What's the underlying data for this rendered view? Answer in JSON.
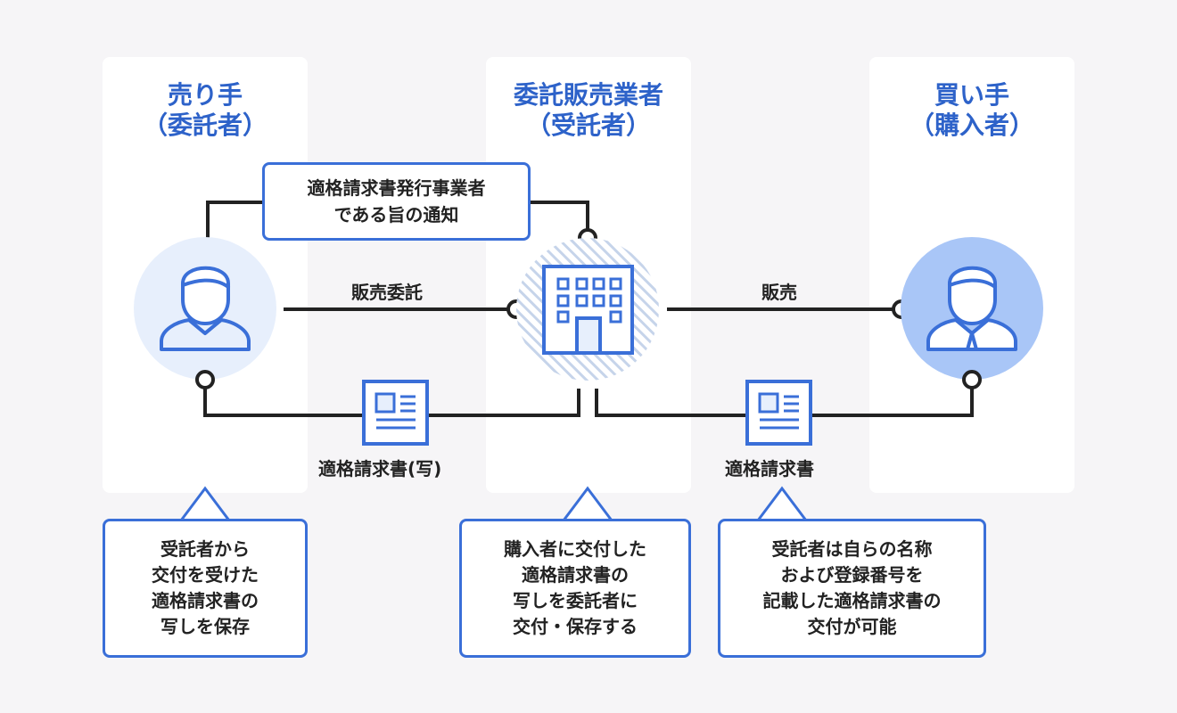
{
  "columns": {
    "seller": {
      "title": "売り手",
      "subtitle": "（委託者）"
    },
    "agent": {
      "title": "委託販売業者",
      "subtitle": "（受託者）"
    },
    "buyer": {
      "title": "買い手",
      "subtitle": "（購入者）"
    }
  },
  "connections": {
    "notice": {
      "line1": "適格請求書発行事業者",
      "line2": "である旨の通知"
    },
    "consign": "販売委託",
    "sale": "販売",
    "invoice_copy": "適格請求書(写)",
    "invoice": "適格請求書"
  },
  "callouts": {
    "seller": [
      "受託者から",
      "交付を受けた",
      "適格請求書の",
      "写しを保存"
    ],
    "agent": [
      "購入者に交付した",
      "適格請求書の",
      "写しを委託者に",
      "交付・保存する"
    ],
    "buyer": [
      "受託者は自らの名称",
      "および登録番号を",
      "記載した適格請求書の",
      "交付が可能"
    ]
  },
  "colors": {
    "accent": "#3a6fd8",
    "line": "#222222",
    "seller_circle": "#e7effc",
    "buyer_circle": "#a9c6f7"
  },
  "icons": {
    "seller": "person-icon",
    "agent": "building-icon",
    "buyer": "person-icon",
    "invoice": "document-icon"
  }
}
